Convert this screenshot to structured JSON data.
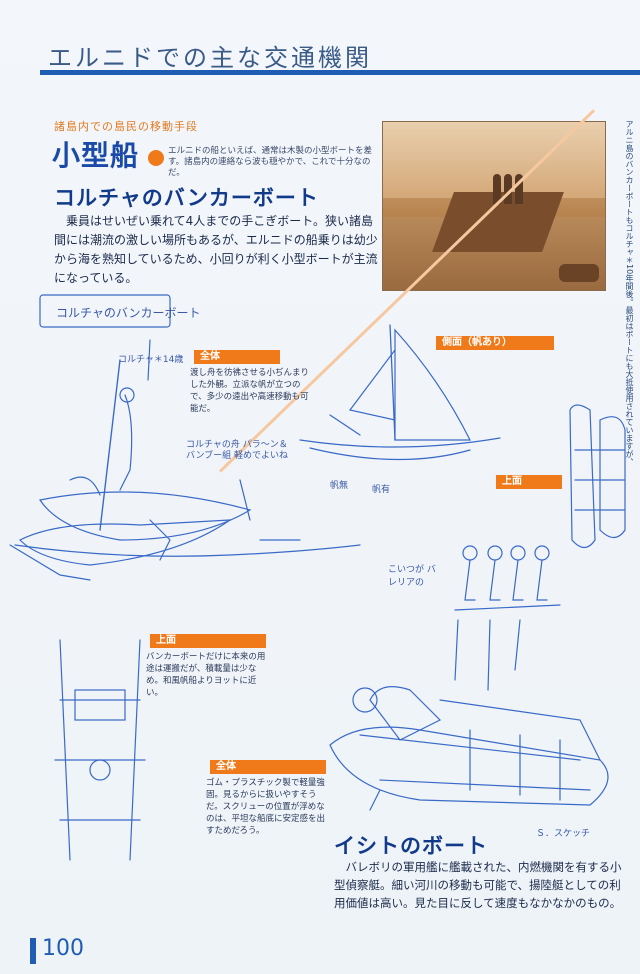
{
  "header": {
    "title": "エルニドでの主な交通機関"
  },
  "spine_text": "アルニ島のバンカーボートもコルチャ＊10年間後。最初はボートにも大抵使用されていますが、",
  "section": {
    "kicker": "諸島内での島民の移動手段",
    "title": "小型船",
    "desc": "エルニドの船といえば、通常は木製の小型ボートを差す。諸島内の連絡なら波も穏やかで、これで十分なのだ。"
  },
  "sub1": {
    "title": "コルチャのバンカーボート",
    "body": "乗員はせいぜい乗れて4人までの手こぎボート。狭い諸島間には潮流の激しい場所もあるが、エルニドの船乗りは幼少から海を熟知しているため、小回りが利く小型ボートが主流になっている。"
  },
  "labels": {
    "overall1": "全体",
    "side": "側面（帆あり）",
    "top1": "上面",
    "top2": "上面",
    "overall2": "全体"
  },
  "captions": {
    "overall1": "渡し舟を彷彿させる小ぢんまりした外観。立派な帆が立つので、多少の遠出や高速移動も可能だ。",
    "top2": "バンカーボートだけに本来の用途は運搬だが、積載量は少なめ。和風帆船よりヨットに近い。",
    "overall2": "ゴム・プラスチック製で軽量強固。見るからに扱いやすそうだ。スクリューの位置が浮めなのは、平坦な船底に安定感を出すためだろう。"
  },
  "handwriting": {
    "sketch_title": "コルチャのバンカーボート",
    "note1": "コルチャ＊14歳",
    "note2": "コルチャの舟 パラ～ン＆バンブー組 軽めでよいね",
    "note3": "帆無",
    "note4": "帆有",
    "note5": "こいつが バレリアの",
    "signature": "Ｓ．スケッチ"
  },
  "sub2": {
    "title": "イシトのボート",
    "body": "バレボリの軍用艦に艦載された、内燃機関を有する小型偵察艇。細い河川の移動も可能で、揚陸艇としての利用価値は高い。見た目に反して速度もなかなかのもの。"
  },
  "page_number": "100",
  "colors": {
    "accent_blue": "#1f5cb3",
    "accent_orange": "#f07a1a",
    "sketch_blue": "#3a6ac8"
  }
}
